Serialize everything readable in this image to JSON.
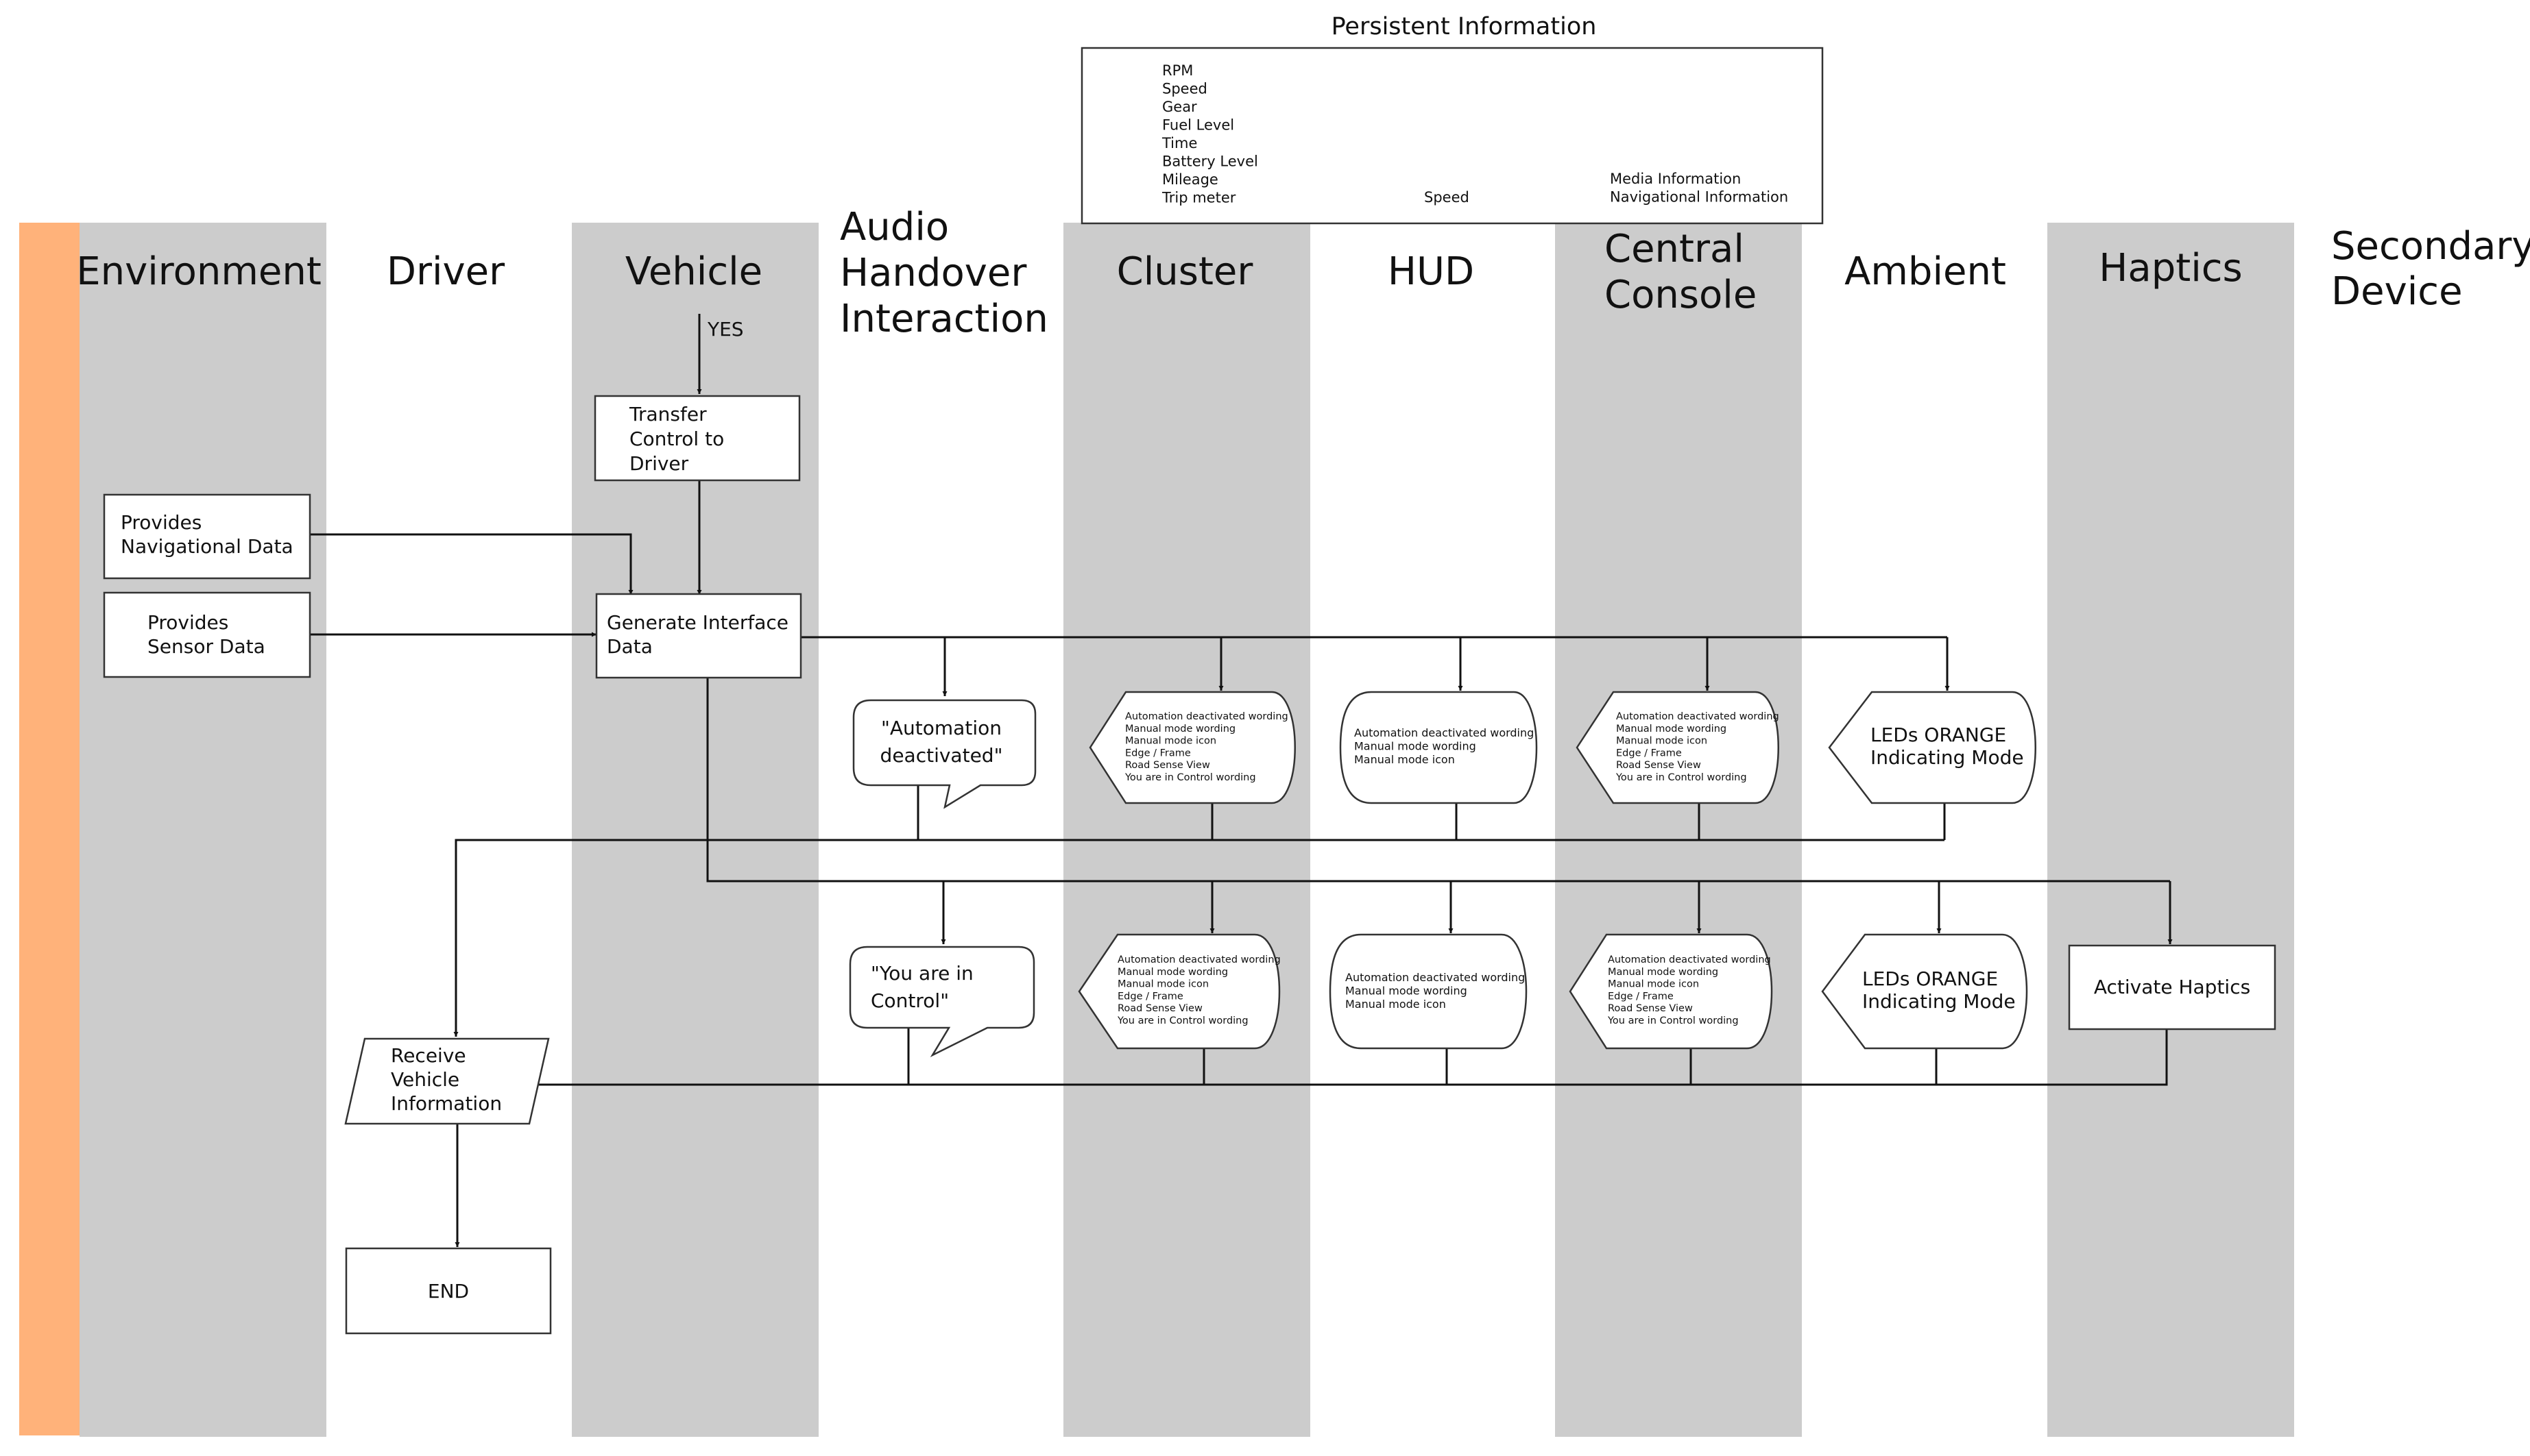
{
  "colors": {
    "lane_fill": "#cccccc",
    "actor_bar": "#ffb27a",
    "box_stroke": "#333333",
    "background": "#ffffff"
  },
  "persistent": {
    "title": "Persistent Information",
    "col1": [
      "RPM",
      "Speed",
      "Gear",
      "Fuel Level",
      "Time",
      "Battery Level",
      "Mileage",
      "Trip meter"
    ],
    "col2": [
      "Speed"
    ],
    "col3": [
      "Media Information",
      "Navigational Information"
    ]
  },
  "lanes": {
    "environment": [
      "Environment"
    ],
    "driver": [
      "Driver"
    ],
    "vehicle": [
      "Vehicle"
    ],
    "audio": [
      "Audio",
      "Handover",
      "Interaction"
    ],
    "cluster": [
      "Cluster"
    ],
    "hud": [
      "HUD"
    ],
    "central": [
      "Central",
      "Console"
    ],
    "ambient": [
      "Ambient"
    ],
    "haptics": [
      "Haptics"
    ],
    "secondary": [
      "Secondary",
      "Device"
    ]
  },
  "labels": {
    "yes": "YES"
  },
  "nodes": {
    "transfer_control": [
      "Transfer",
      "Control to",
      "Driver"
    ],
    "nav_data": [
      "Provides",
      "Navigational Data"
    ],
    "sensor_data": [
      "Provides",
      "Sensor Data"
    ],
    "generate_interface": [
      "Generate Interface",
      "Data"
    ],
    "audio_1": [
      "\"Automation",
      "deactivated\""
    ],
    "audio_2": [
      "\"You are in",
      "Control\""
    ],
    "cluster_1": [
      "Automation deactivated wording",
      "Manual mode wording",
      "Manual mode icon",
      "Edge / Frame",
      "Road Sense View",
      "You are in Control wording"
    ],
    "hud_1": [
      "Automation deactivated wording",
      "Manual mode wording",
      "Manual mode icon"
    ],
    "central_1": [
      "Automation deactivated wording",
      "Manual mode wording",
      "Manual mode icon",
      "Edge / Frame",
      "Road Sense View",
      "You are in Control wording"
    ],
    "ambient_1": [
      "LEDs ORANGE",
      "Indicating Mode"
    ],
    "cluster_2": [
      "Automation deactivated wording",
      "Manual mode wording",
      "Manual mode icon",
      "Edge / Frame",
      "Road Sense View",
      "You are in Control wording"
    ],
    "hud_2": [
      "Automation deactivated wording",
      "Manual mode wording",
      "Manual mode icon"
    ],
    "central_2": [
      "Automation deactivated wording",
      "Manual mode wording",
      "Manual mode icon",
      "Edge / Frame",
      "Road Sense View",
      "You are in Control wording"
    ],
    "ambient_2": [
      "LEDs ORANGE",
      "Indicating Mode"
    ],
    "haptics": [
      "Activate Haptics"
    ],
    "receive_info": [
      "Receive",
      "Vehicle",
      "Information"
    ],
    "end": [
      "END"
    ]
  }
}
